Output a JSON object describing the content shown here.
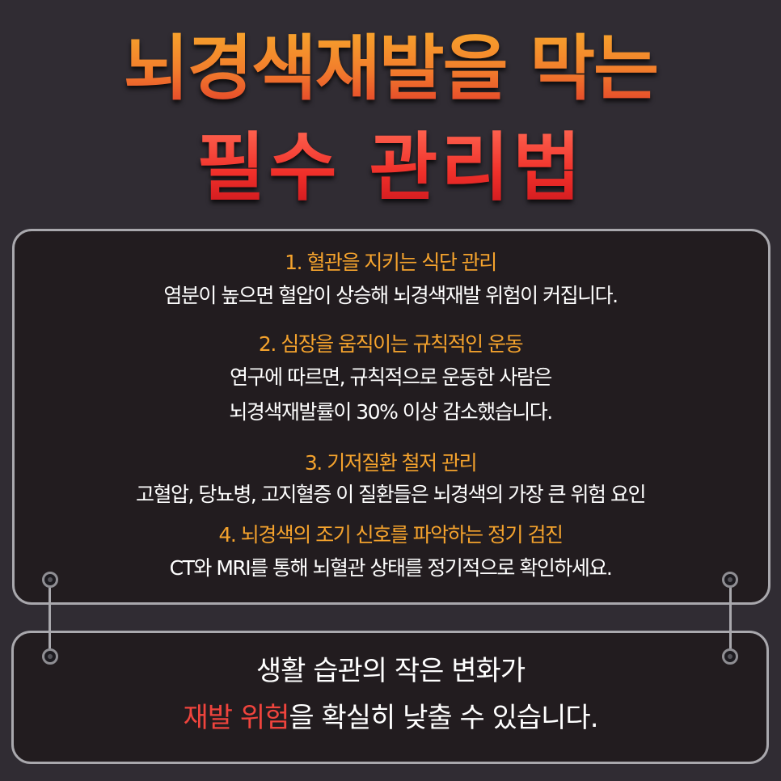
{
  "title": {
    "line1": "뇌경색재발을 막는",
    "line2": "필수 관리법"
  },
  "sections": [
    {
      "heading": "1. 혈관을 지키는 식단 관리",
      "body": [
        "염분이 높으면 혈압이 상승해 뇌경색재발 위험이 커집니다."
      ]
    },
    {
      "heading": "2. 심장을 움직이는 규칙적인 운동",
      "body": [
        "연구에 따르면, 규칙적으로 운동한 사람은",
        "뇌경색재발률이 30% 이상 감소했습니다."
      ]
    },
    {
      "heading": "3. 기저질환 철저 관리",
      "body": [
        "고혈압, 당뇨병, 고지혈증 이 질환들은 뇌경색의 가장 큰 위험 요인"
      ]
    },
    {
      "heading": "4. 뇌경색의 조기 신호를 파악하는 정기 검진",
      "body": [
        "CT와 MRI를 통해 뇌혈관 상태를 정기적으로 확인하세요."
      ]
    }
  ],
  "summary": {
    "line1": "생활 습관의 작은 변화가",
    "line2_highlight": "재발 위험",
    "line2_rest": "을 확실히 낮출 수 있습니다."
  },
  "colors": {
    "background": "#302c33",
    "panel": "#221c1f",
    "panel_border": "#a9a8ad",
    "heading": "#f5a32d",
    "body_text": "#ffffff",
    "highlight": "#f0443d",
    "title_line1_gradient": [
      "#f7a92c",
      "#e2392a"
    ],
    "title_line2_gradient": [
      "#ff6b55",
      "#c9141c"
    ]
  }
}
